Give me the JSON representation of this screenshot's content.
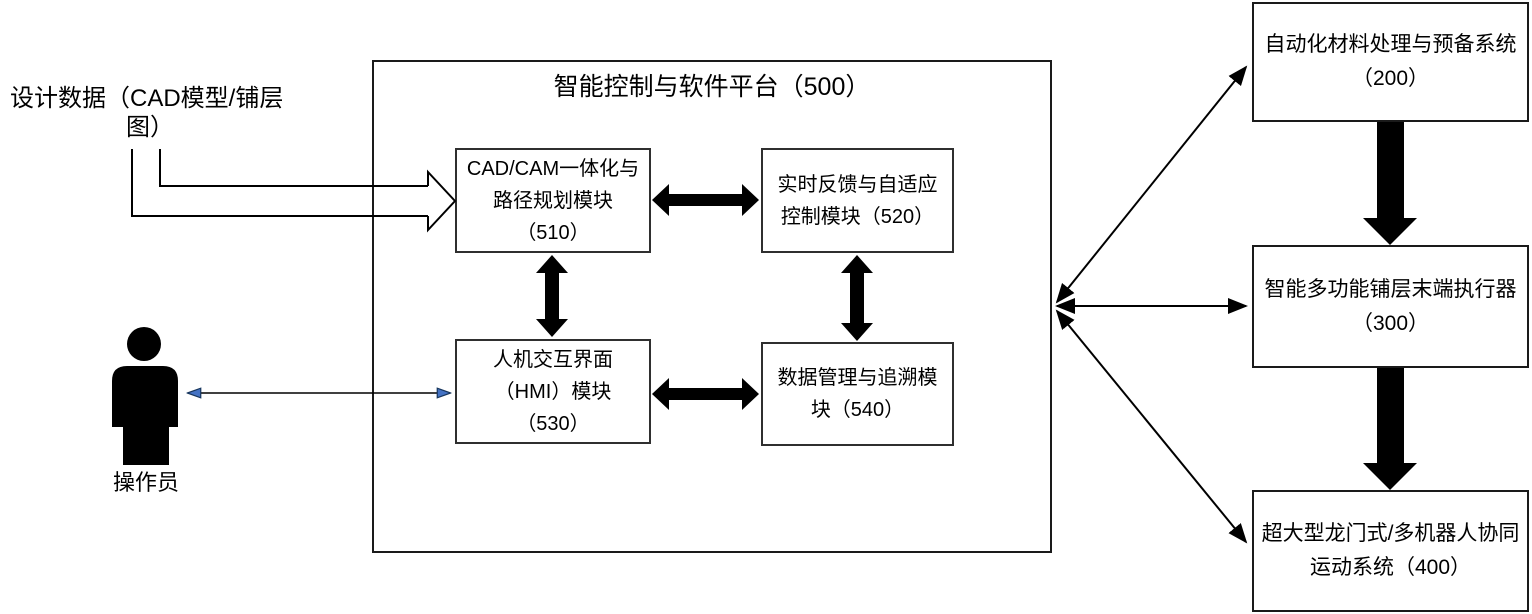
{
  "diagram": {
    "design_data_label": {
      "line1": "设计数据（CAD模型/铺层",
      "line2": "图）"
    },
    "operator_label": "操作员",
    "platform": {
      "title": "智能控制与软件平台（500）",
      "modules": {
        "m510": {
          "line1": "CAD/CAM一体化与",
          "line2": "路径规划模块",
          "line3": "（510）"
        },
        "m520": {
          "line1": "实时反馈与自适应",
          "line2": "控制模块（520）"
        },
        "m530": {
          "line1": "人机交互界面",
          "line2": "（HMI）模块",
          "line3": "（530）"
        },
        "m540": {
          "line1": "数据管理与追溯模",
          "line2": "块（540）"
        }
      }
    },
    "systems": {
      "s200": {
        "line1": "自动化材料处理与预备系统",
        "line2": "（200）"
      },
      "s300": {
        "line1": "智能多功能铺层末端执行器",
        "line2": "（300）"
      },
      "s400": {
        "line1": "超大型龙门式/多机器人协同",
        "line2": "运动系统（400）"
      }
    },
    "icons": {
      "operator": "person-icon"
    },
    "colors": {
      "line": "#000000",
      "box_border": "#2f2f2f",
      "operator_arrowhead_fill": "#4472C4",
      "operator_arrowhead_stroke": "#17365D",
      "background": "#ffffff"
    }
  }
}
